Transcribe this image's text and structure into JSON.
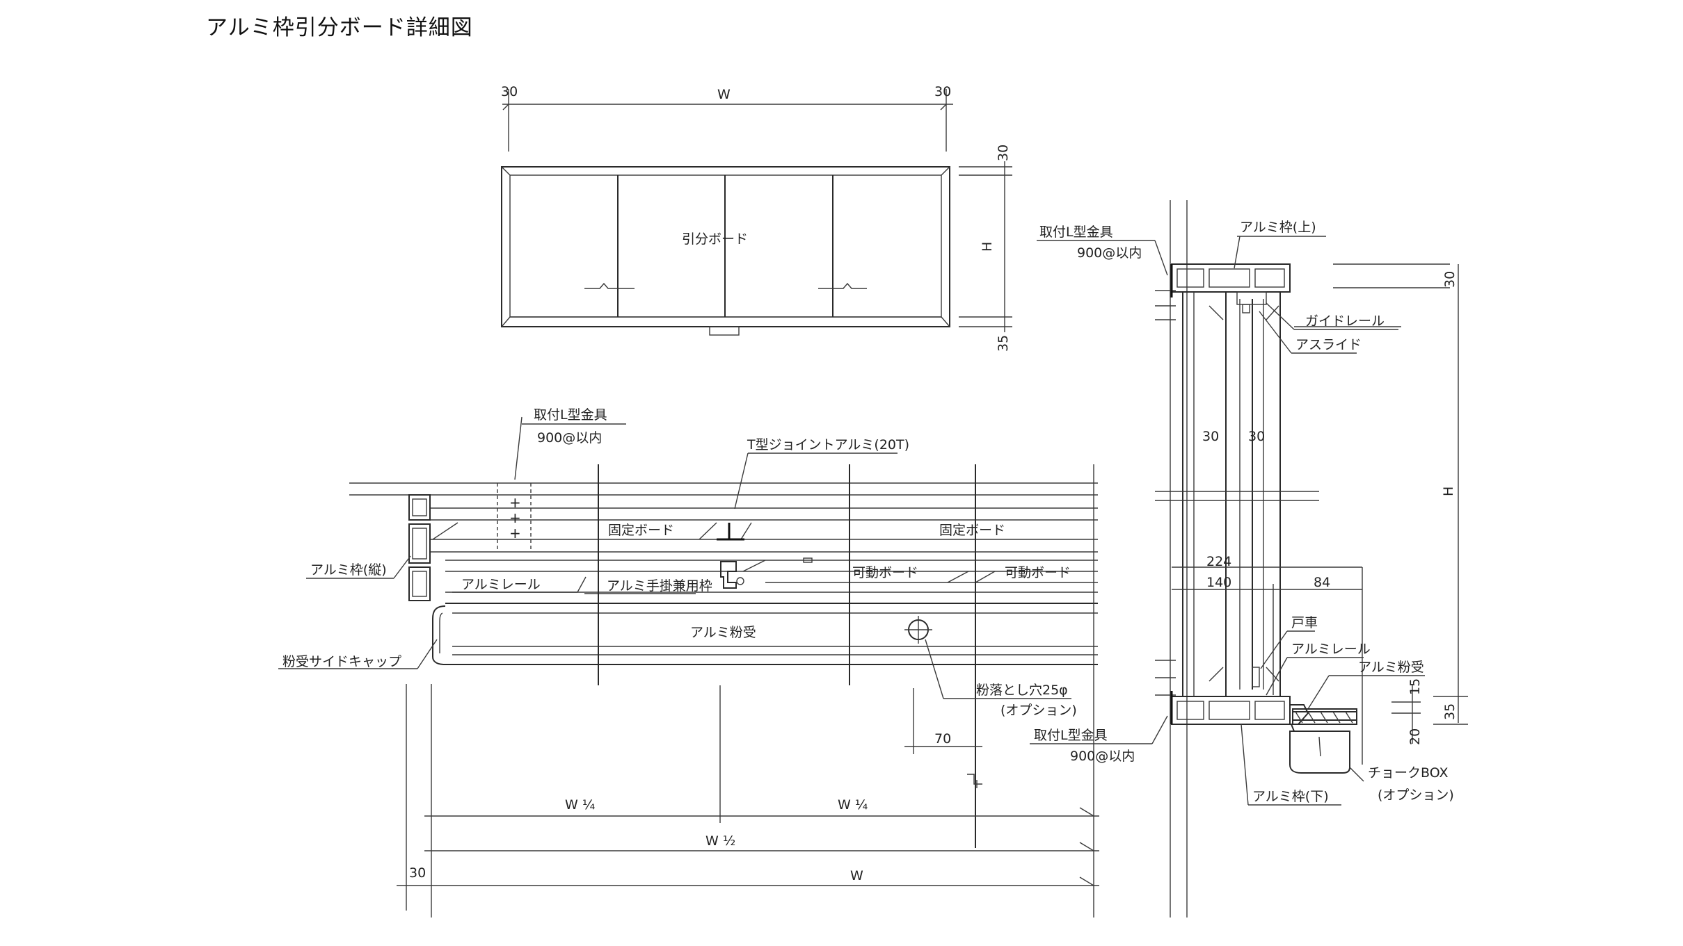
{
  "title": "アルミ枠引分ボード詳細図",
  "elevation": {
    "dim_top_left": "30",
    "dim_top_center": "W",
    "dim_top_right": "30",
    "dim_right_top": "30",
    "dim_right_mid": "H",
    "dim_right_bottom": "35",
    "board_label": "引分ボード"
  },
  "plan": {
    "bracket_label": "取付L型金具",
    "bracket_spacing": "900@以内",
    "t_joint_label": "T型ジョイントアルミ(20T)",
    "fixed_board_left": "固定ボード",
    "fixed_board_right": "固定ボード",
    "frame_vertical": "アルミ枠(縦)",
    "rail": "アルミレール",
    "hand_frame": "アルミ手掛兼用枠",
    "movable_board_1": "可動ボード",
    "movable_board_2": "可動ボード",
    "powder_tray": "アルミ粉受",
    "side_cap": "粉受サイドキャップ",
    "hole_label": "粉落とし穴25φ",
    "hole_option": "(オプション)",
    "dim_70": "70",
    "dim_w_quarter_left": "W ¼",
    "dim_w_quarter_right": "W ¼",
    "dim_w_half": "W ½",
    "dim_w": "W",
    "dim_30": "30"
  },
  "section": {
    "frame_top": "アルミ枠(上)",
    "bracket_top": "取付L型金具",
    "bracket_top_spacing": "900@以内",
    "guide_rail": "ガイドレール",
    "slide": "アスライド",
    "dim_30_top": "30",
    "dim_30_a": "30",
    "dim_30_b": "30",
    "dim_h": "H",
    "dim_224": "224",
    "dim_140": "140",
    "dim_84": "84",
    "roller": "戸車",
    "rail": "アルミレール",
    "powder_tray": "アルミ粉受",
    "dim_15": "15",
    "dim_35": "35",
    "dim_20": "20",
    "bracket_bottom": "取付L型金具",
    "bracket_bottom_spacing": "900@以内",
    "frame_bottom": "アルミ枠(下)",
    "chalk_box": "チョークBOX",
    "chalk_box_option": "(オプション)"
  }
}
